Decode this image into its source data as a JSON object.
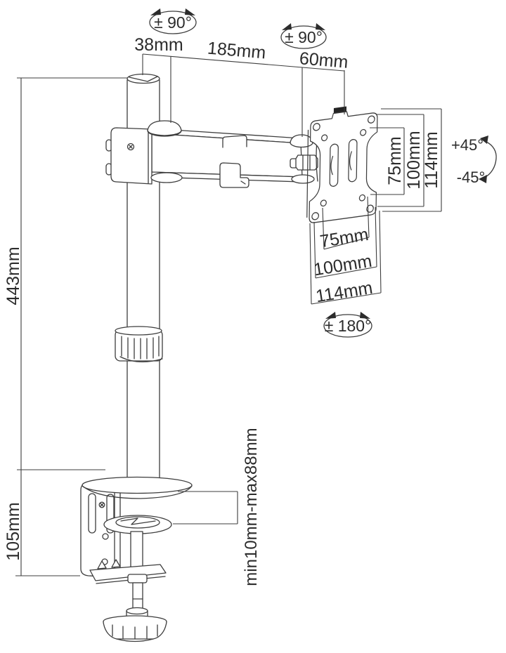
{
  "drawing": {
    "title": "Single monitor desk mount arm — dimensional drawing",
    "line_color": "#3d3d3d",
    "background_color": "#ffffff",
    "knob_color": "#232323",
    "top_dimensions": {
      "pole_diameter": "38mm",
      "arm_reach": "185mm",
      "head_offset": "60mm",
      "pole_swivel": "± 90°",
      "head_swivel": "± 90°"
    },
    "left_dimensions": {
      "pole_height": "443mm",
      "clamp_bracket_height": "105mm"
    },
    "clamp": {
      "desk_thickness_range": "min10mm-max88mm"
    },
    "vesa_side": {
      "holes_75": "75mm",
      "holes_100": "100mm",
      "plate_114": "114mm",
      "tilt_up": "+45°",
      "tilt_down": "-45°"
    },
    "vesa_bottom": {
      "holes_75": "75mm",
      "holes_100": "100mm",
      "plate_114": "114mm",
      "plate_rotation": "± 180°"
    }
  }
}
